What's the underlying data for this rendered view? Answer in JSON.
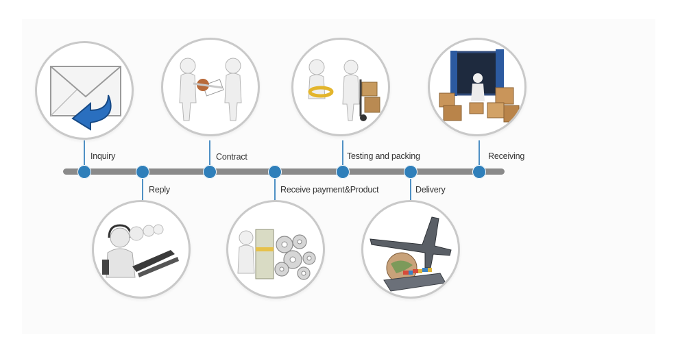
{
  "steps": [
    {
      "label": "Inquiry",
      "icon": "envelope-reply-icon"
    },
    {
      "label": "Reply",
      "icon": "call-center-icon"
    },
    {
      "label": "Contract",
      "icon": "handshake-icon"
    },
    {
      "label": "Receive payment&Product",
      "icon": "money-gears-icon"
    },
    {
      "label": "Testing and packing",
      "icon": "packing-icon"
    },
    {
      "label": "Delivery",
      "icon": "airplane-ship-icon"
    },
    {
      "label": "Receiving",
      "icon": "container-boxes-icon"
    }
  ],
  "colors": {
    "timeline": "#8a8a8a",
    "node": "#2f7fba",
    "circle_border": "#c9c9c9"
  }
}
